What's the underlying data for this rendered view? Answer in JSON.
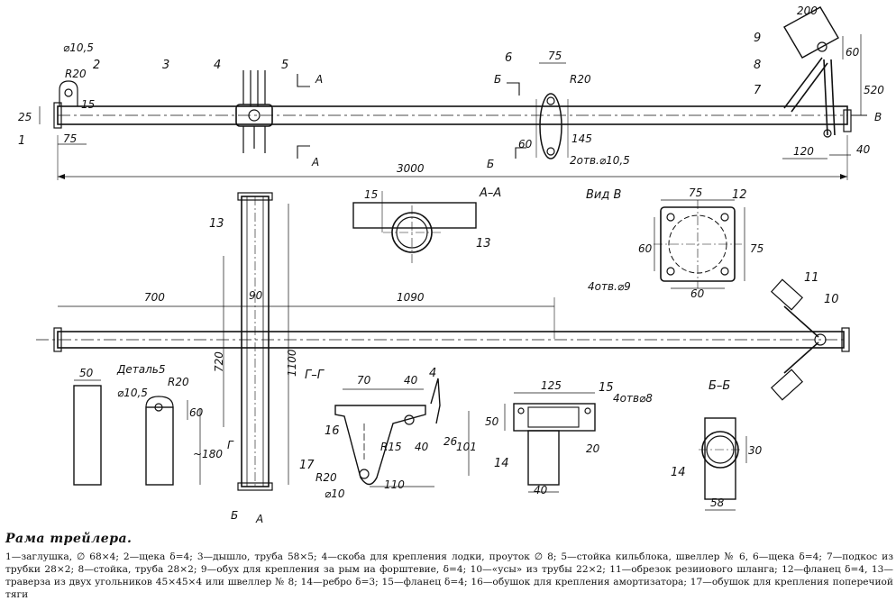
{
  "caption": {
    "title": "Рама трейлера.",
    "legend": "1—заглушка, ∅ 68×4; 2—щека δ=4; 3—дышло, труба 58×5; 4—скоба для крепления лодки, проуток ∅ 8; 5—стойка кильблока, швеллер № 6, 6—щека δ=4; 7—подкос из трубки 28×2; 8—стойка, труба 28×2; 9—обух для крепления за рым иа форштевие, δ=4; 10—«усы» из трубы 22×2; 11—обрезок резииового шланга; 12—фланец δ=4, 13—траверза из двух угольников 45×45×4 или швеллер № 8; 14—ребро δ=3; 15—фланец δ=4; 16—обушок для крепления амортизатора; 17—обушок для крепления поперечиой тяги"
  },
  "labels": {
    "d_10_5": "⌀10,5",
    "r20_a": "R20",
    "p1": "1",
    "p2": "2",
    "p3": "3",
    "p4": "4",
    "p5": "5",
    "p6": "6",
    "p7": "7",
    "p8": "8",
    "p9": "9",
    "p10": "10",
    "p11": "11",
    "p12": "12",
    "p13": "13",
    "p14a": "14",
    "p14b": "14",
    "p15": "15",
    "p16": "16",
    "p17": "17",
    "p4b": "4",
    "dim_25": "25",
    "dim_15a": "15",
    "dim_75a": "75",
    "dim_3000": "3000",
    "dim_75b": "75",
    "r20_b": "R20",
    "dim_60a": "60",
    "dim_145": "145",
    "holes_a": "2отв.⌀10,5",
    "dim_200": "200",
    "dim_60b": "60",
    "dim_520": "520",
    "dim_120": "120",
    "dim_40a": "40",
    "sec_A": "A",
    "sec_A2": "A",
    "sec_B": "Б",
    "sec_B2": "Б",
    "sec_V": "В",
    "title_AA": "A–A",
    "dim_15b": "15",
    "title_viewV": "Вид В",
    "dim_75c": "75",
    "dim_60c": "60",
    "dim_75d": "75",
    "holes_b": "4отв.⌀9",
    "dim_60d": "60",
    "dim_700": "700",
    "dim_1090": "1090",
    "dim_90": "90",
    "dim_720": "720",
    "dim_1100": "1100",
    "dim_50a": "50",
    "detail5": "Деталь5",
    "d_10_5b": "⌀10,5",
    "r20_c": "R20",
    "dim_60e": "60",
    "dim_180": "~180",
    "title_GG": "Г–Г",
    "dim_70": "70",
    "dim_40b": "40",
    "r15": "R15",
    "r20_d": "R20",
    "d10": "⌀10",
    "dim_110": "110",
    "dim_40c": "40",
    "dim_26": "26",
    "dim_101": "101",
    "sec_G": "Г",
    "dim_125": "125",
    "holes_c": "4отв⌀8",
    "dim_50b": "50",
    "dim_20": "20",
    "dim_40d": "40",
    "title_BB": "Б–Б",
    "dim_30": "30",
    "dim_58": "58",
    "sec_B3": "Б",
    "sec_A3": "A"
  }
}
